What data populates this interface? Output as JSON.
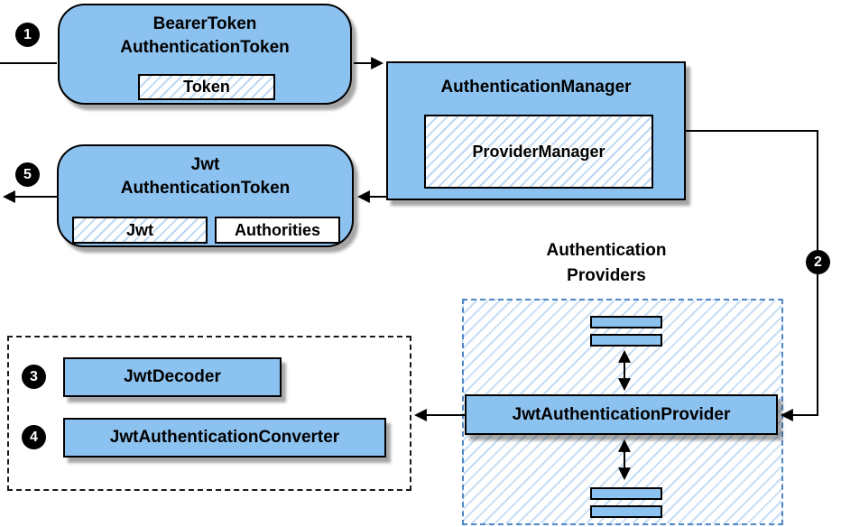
{
  "steps": {
    "s1": "1",
    "s2": "2",
    "s3": "3",
    "s4": "4",
    "s5": "5"
  },
  "nodes": {
    "bearer_token": {
      "title_line1": "BearerToken",
      "title_line2": "AuthenticationToken",
      "inner_label": "Token"
    },
    "authentication_manager": {
      "title": "AuthenticationManager",
      "inner_label": "ProviderManager"
    },
    "jwt_authentication_token": {
      "title_line1": "Jwt",
      "title_line2": "AuthenticationToken",
      "inner_label_jwt": "Jwt",
      "inner_label_authorities": "Authorities"
    },
    "providers_group": {
      "title_line1": "Authentication",
      "title_line2": "Providers"
    },
    "jwt_authentication_provider": {
      "label": "JwtAuthenticationProvider"
    },
    "jwt_decoder": {
      "label": "JwtDecoder"
    },
    "jwt_authentication_converter": {
      "label": "JwtAuthenticationConverter"
    }
  },
  "colors": {
    "node_fill": "#8cc2f0",
    "hatch_stripe": "#bcd8f2",
    "outline": "#000000",
    "providers_dash_border": "#4e86c8",
    "converters_dash_border": "#1a1a1a",
    "badge_fill": "#000000",
    "badge_text": "#ffffff"
  }
}
